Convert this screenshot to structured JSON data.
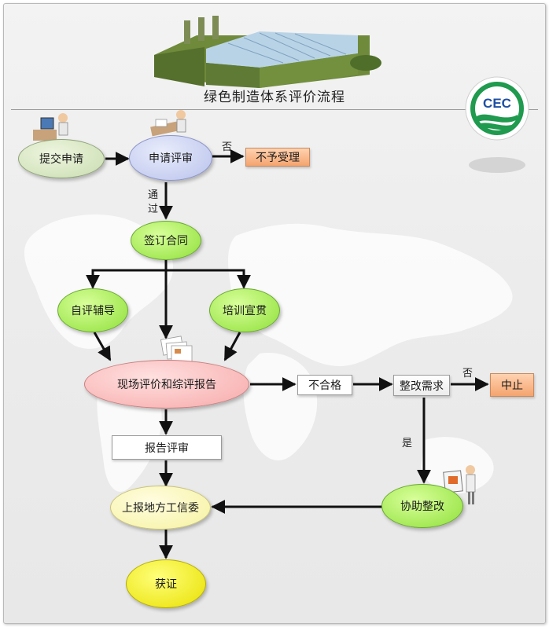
{
  "title": "绿色制造体系评价流程",
  "logo_text": "CEC",
  "nodes": {
    "submit": "提交申请",
    "apply_review": "申请评审",
    "reject": "不予受理",
    "sign_contract": "签订合同",
    "self_eval": "自评辅导",
    "training": "培训宣贯",
    "onsite_eval": "现场评价和综评报告",
    "unqualified": "不合格",
    "rectify_need": "整改需求",
    "stop": "中止",
    "report_review": "报告评审",
    "report_local": "上报地方工信委",
    "assist_rectify": "协助整改",
    "certified": "获证"
  },
  "edge_labels": {
    "no_1": "否",
    "pass_1": "通",
    "pass_2": "过",
    "no_2": "否",
    "yes": "是"
  },
  "colors": {
    "arrow": "#111111",
    "logo_green": "#1f9a4e",
    "logo_blue": "#1e4fa3"
  }
}
